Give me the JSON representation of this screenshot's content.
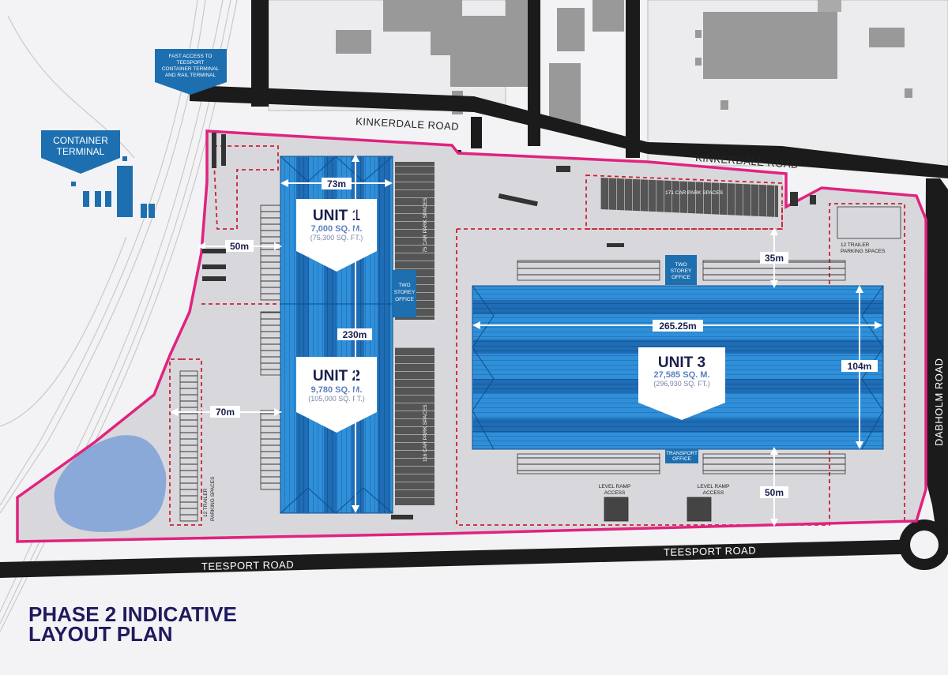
{
  "title": {
    "line1": "PHASE 2 INDICATIVE",
    "line2": "LAYOUT PLAN"
  },
  "roads": {
    "kinkerdale_west": "KINKERDALE ROAD",
    "kinkerdale_east": "KINKERDALE ROAD",
    "teesport_west": "TEESPORT ROAD",
    "teesport_east": "TEESPORT ROAD",
    "dabholm": "DABHOLM ROAD"
  },
  "callouts": {
    "container_terminal": [
      "CONTAINER",
      "TERMINAL"
    ],
    "fast_access": [
      "FAST ACCESS TO",
      "TEESPORT",
      "CONTAINER TERMINAL",
      "AND RAIL TERMINAL"
    ]
  },
  "units": [
    {
      "name": "UNIT 1",
      "area_sqm": "7,000 SQ. M.",
      "area_sqft": "(75,300 SQ. FT.)"
    },
    {
      "name": "UNIT 2",
      "area_sqm": "9,780 SQ. M.",
      "area_sqft": "(105,000 SQ. FT.)"
    },
    {
      "name": "UNIT 3",
      "area_sqm": "27,585 SQ. M.",
      "area_sqft": "(296,930 SQ. FT.)"
    }
  ],
  "dimensions": {
    "unit1_width": "73m",
    "unit1_yard": "50m",
    "units12_length": "230m",
    "unit2_yard": "70m",
    "unit3_width": "265.25m",
    "unit3_depth": "104m",
    "unit3_north": "35m",
    "unit3_south": "50m"
  },
  "labels": {
    "car_park_171": "171 CAR PARK SPACES",
    "car_park_75": "75 CAR PARK SPACES",
    "car_park_116": "116 CAR PARK SPACES",
    "trailer_east": [
      "12 TRAILER",
      "PARKING SPACES"
    ],
    "trailer_west": [
      "12 TRAILER",
      "PARKING SPACES"
    ],
    "office_units12": [
      "TWO",
      "STOREY",
      "OFFICE"
    ],
    "office_unit3": [
      "TWO",
      "STOREY",
      "OFFICE"
    ],
    "transport_office": [
      "TRANSPORT",
      "OFFICE"
    ],
    "ramp_left": [
      "LEVEL RAMP",
      "ACCESS"
    ],
    "ramp_right": [
      "LEVEL RAMP",
      "ACCESS"
    ]
  },
  "colors": {
    "site_boundary": "#e0237f",
    "plot_dash": "#cc2233",
    "building_blue": "#2f8fd8",
    "road": "#1b1b1b",
    "title": "#1f1a5e",
    "callout": "#1d6fb0",
    "pond": "#8aa9d9"
  }
}
